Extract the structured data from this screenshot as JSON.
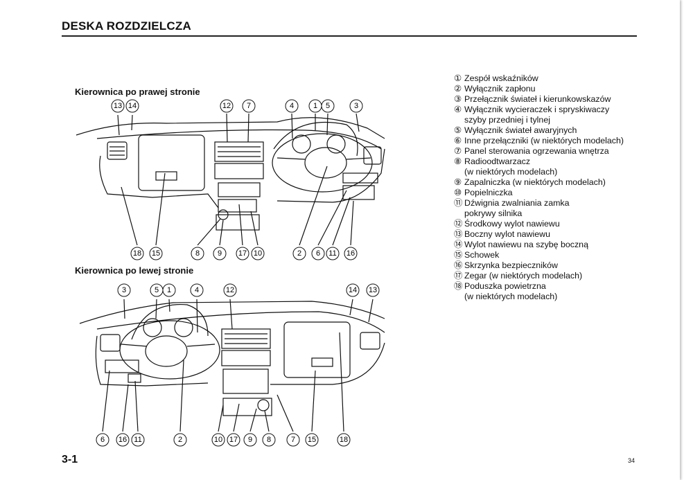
{
  "header": {
    "title": "DESKA ROZDZIELCZA"
  },
  "diagrams": {
    "right_hand": {
      "label": "Kierownica po prawej stronie",
      "callouts_top": [
        "13",
        "14",
        "12",
        "7",
        "4",
        "1",
        "5",
        "3"
      ],
      "callouts_bottom": [
        "18",
        "15",
        "8",
        "9",
        "17",
        "10",
        "2",
        "6",
        "11",
        "16"
      ]
    },
    "left_hand": {
      "label": "Kierownica po lewej stronie",
      "callouts_top": [
        "3",
        "5",
        "1",
        "4",
        "12",
        "14",
        "13"
      ],
      "callouts_bottom": [
        "6",
        "16",
        "11",
        "2",
        "10",
        "17",
        "9",
        "8",
        "7",
        "15",
        "18"
      ]
    }
  },
  "legend": [
    {
      "num": "①",
      "text": "Zespół wskaźników"
    },
    {
      "num": "②",
      "text": "Wyłącznik zapłonu"
    },
    {
      "num": "③",
      "text": "Przełącznik świateł i kierunkowskazów"
    },
    {
      "num": "④",
      "text": "Wyłącznik wycieraczek i spryskiwaczy\nszyby przedniej i tylnej"
    },
    {
      "num": "⑤",
      "text": "Wyłącznik świateł awaryjnych"
    },
    {
      "num": "⑥",
      "text": "Inne przełączniki (w niektórych modelach)"
    },
    {
      "num": "⑦",
      "text": "Panel sterowania ogrzewania wnętrza"
    },
    {
      "num": "⑧",
      "text": "Radioodtwarzacz\n(w niektórych modelach)"
    },
    {
      "num": "⑨",
      "text": "Zapalniczka (w niektórych modelach)"
    },
    {
      "num": "⑩",
      "text": "Popielniczka"
    },
    {
      "num": "⑪",
      "text": "Dźwignia zwalniania zamka\npokrywy silnika"
    },
    {
      "num": "⑫",
      "text": "Środkowy wylot nawiewu"
    },
    {
      "num": "⑬",
      "text": "Boczny wylot nawiewu"
    },
    {
      "num": "⑭",
      "text": "Wylot nawiewu na szybę boczną"
    },
    {
      "num": "⑮",
      "text": "Schowek"
    },
    {
      "num": "⑯",
      "text": "Skrzynka bezpieczników"
    },
    {
      "num": "⑰",
      "text": "Zegar (w niektórych modelach)"
    },
    {
      "num": "⑱",
      "text": "Poduszka powietrzna\n(w niektórych modelach)"
    }
  ],
  "footer": {
    "section_code": "3-1",
    "page_number": "34"
  }
}
